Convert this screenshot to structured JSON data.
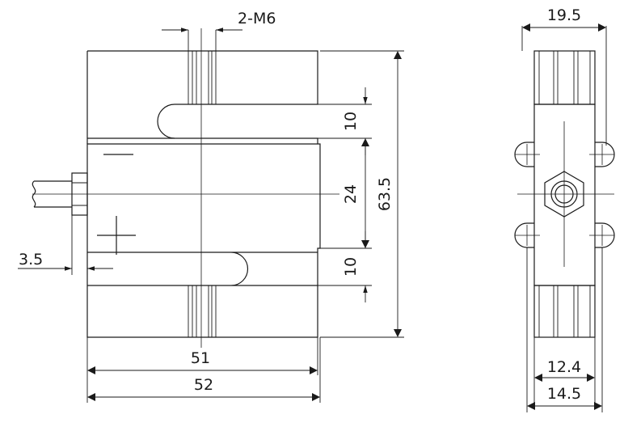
{
  "drawing": {
    "front_view": {
      "thread_label": "2-M6",
      "cable_offset": "3.5",
      "slot_height_top": "10",
      "middle_height": "24",
      "overall_height": "63.5",
      "slot_height_bottom": "10",
      "width_inner": "51",
      "width_overall": "52"
    },
    "side_view": {
      "top_width": "19.5",
      "bottom_width_inner": "12.4",
      "bottom_width_outer": "14.5"
    }
  }
}
